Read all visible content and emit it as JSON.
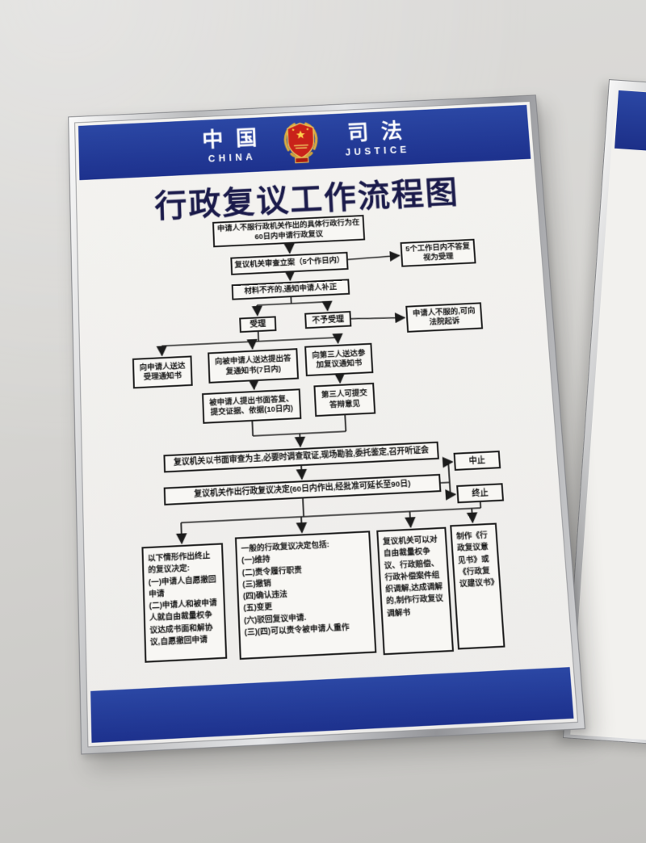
{
  "scene": {
    "description": "photo of a framed wall poster",
    "colors": {
      "banner_blue": "#20389a",
      "title_navy": "#1a1a4a",
      "emblem_red": "#c9221a",
      "emblem_gold": "#d9ab3e",
      "wall_gray": "#d4d3d0"
    }
  },
  "main_poster": {
    "header": {
      "country_cn": "中国",
      "country_en": "CHINA",
      "dept_cn": "司法",
      "dept_en": "JUSTICE",
      "emblem_icon": "china-justice-emblem"
    },
    "title": "行政复议工作流程图",
    "flow": {
      "start": "申请人不服行政机关作出的具体行政行为在60日内申请行政复议",
      "file_case": "复议机关审查立案（5个作日内）",
      "deemed_accept": "5个工作日内不答复视为受理",
      "supplement": "材料不齐的,通知申请人补正",
      "accept": "受理",
      "reject": "不予受理",
      "sue_court": "申请人不服的,可向法院起诉",
      "notify_applicant": "向申请人送达受理通知书",
      "notify_respondent": "向被申请人送达提出答复通知书(7日内)",
      "notify_third": "向第三人送达参加复议通知书",
      "respondent_reply": "被申请人提出书面答复、提交证据、依据(10日内)",
      "third_opinion": "第三人可提交答辩意见",
      "review": "复议机关以书面审查为主,必要时调查取证,现场勘验,委托鉴定,召开听证会",
      "decision": "复议机关作出行政复议决定(60日内作出,经批准可延长至90日)",
      "suspend": "中止",
      "terminate": "终止",
      "terminate_cases": "以下情形作出终止的复议决定:\n(一)申请人自愿撤回申请\n(二)申请人和被申请人就自由裁量权争议达成书面和解协议,自愿撤回申请",
      "decision_types": "一般的行政复议决定包括:\n(一)维持\n(二)责令履行职责\n(三)撤销\n(四)确认违法\n(五)变更\n(六)驳回复议申请.\n(三)(四)可以责令被申请人重作",
      "mediation": "复议机关可以对自由裁量权争议、行政赔偿、行政补偿案件组织调解,达成调解的,制作行政复议调解书",
      "documents": "制作《行政复议意见书》或《行政复议建议书》"
    }
  }
}
